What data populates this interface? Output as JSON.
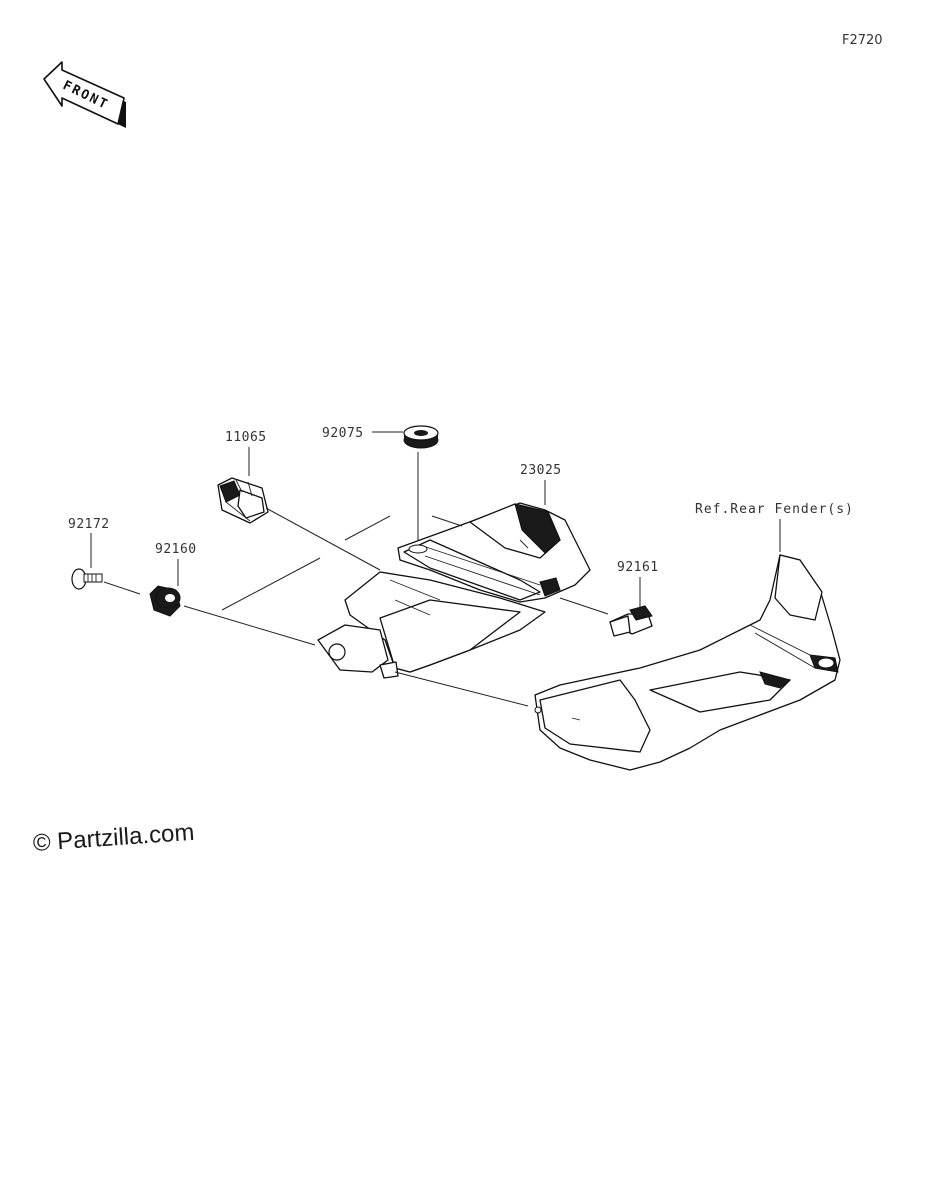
{
  "figure_code": "F2720",
  "front_label": "FRONT",
  "ref_label": "Ref.Rear Fender(s)",
  "watermark": "© Partzilla.com",
  "parts": [
    {
      "number": "11065"
    },
    {
      "number": "92075"
    },
    {
      "number": "23025"
    },
    {
      "number": "92172"
    },
    {
      "number": "92160"
    },
    {
      "number": "92161"
    }
  ]
}
